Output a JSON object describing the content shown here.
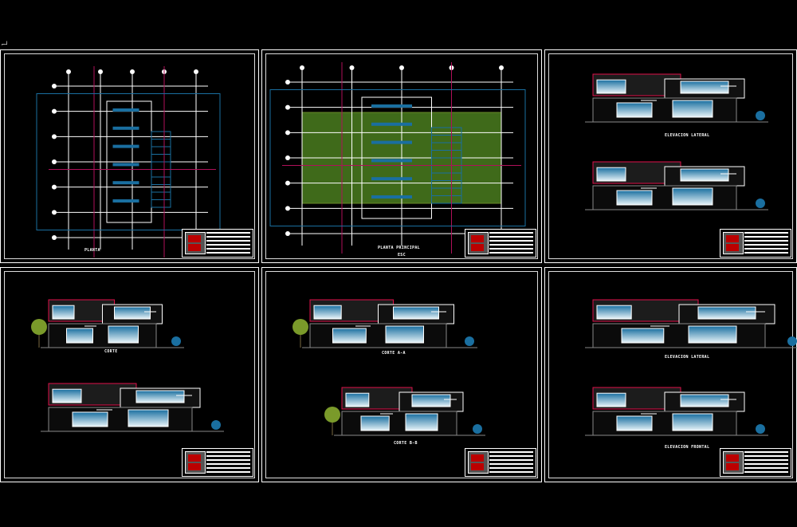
{
  "sheets": [
    {
      "id": "planta-baja",
      "label": "PLANTA",
      "sublabel": ""
    },
    {
      "id": "planta-principal",
      "label": "PLANTA PRINCIPAL",
      "sublabel": "ESC"
    },
    {
      "id": "elevaciones-1",
      "label": "ELEVACION LATERAL",
      "sublabel": ""
    },
    {
      "id": "cortes-1",
      "label": "CORTE",
      "sublabel": ""
    },
    {
      "id": "cortes-2",
      "label": "CORTE A-A",
      "sublabel": "CORTE B-B"
    },
    {
      "id": "elevaciones-2",
      "label": "ELEVACION LATERAL",
      "sublabel": "ELEVACION FRONTAL"
    }
  ],
  "colors": {
    "background": "#000000",
    "lines": "#ffffff",
    "blue": "#1a6fa0",
    "red": "#e0104a",
    "magenta": "#b0105a",
    "green": "#7a9a2a"
  }
}
